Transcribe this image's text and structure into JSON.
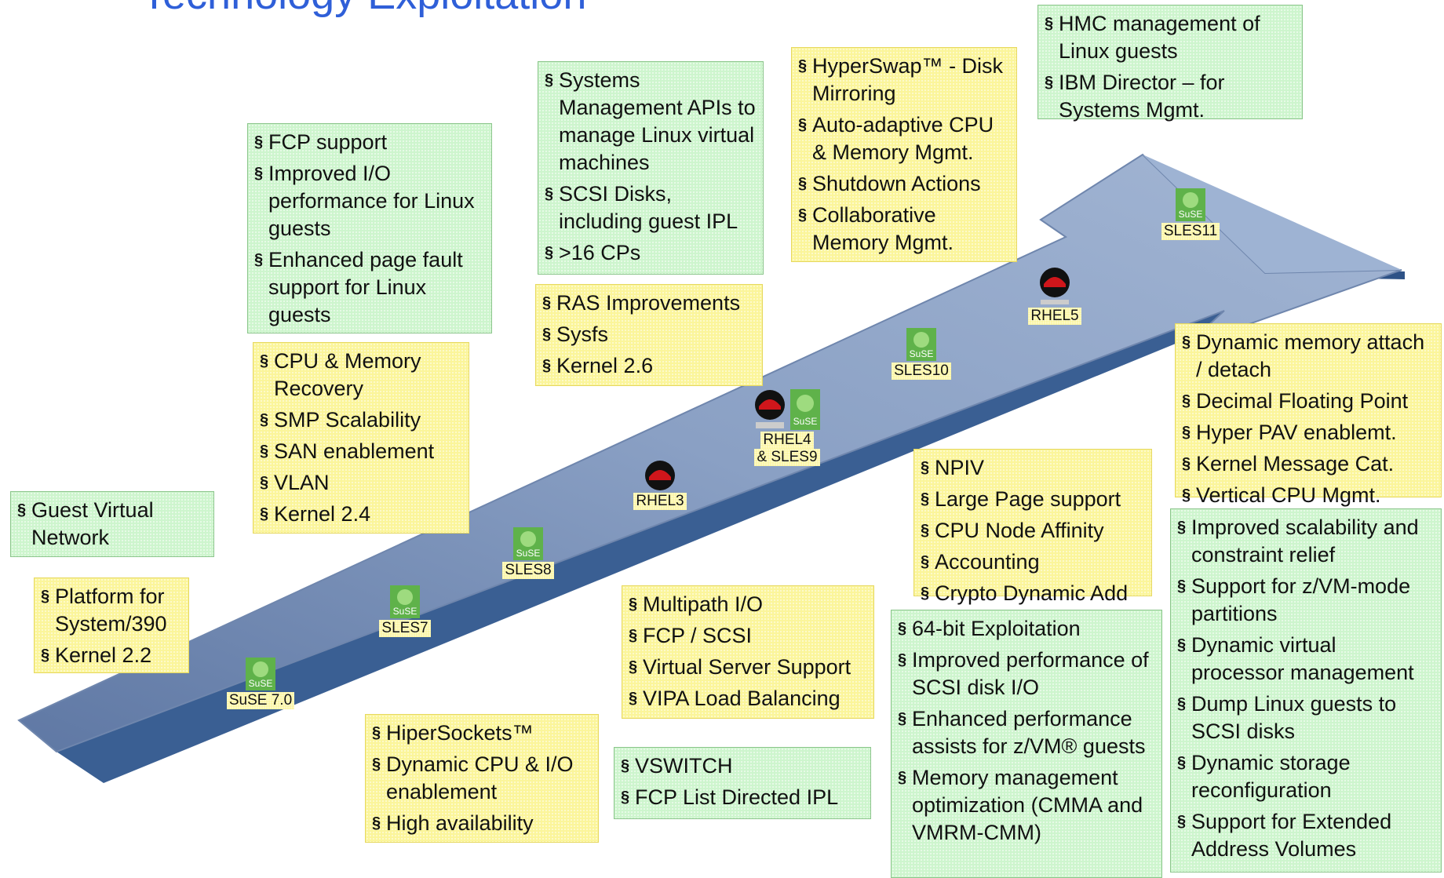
{
  "title": "Technology Exploitation",
  "colors": {
    "green_box": "#cdf5cd",
    "yellow_box": "#fbf59a",
    "arrow": "#6f86ad",
    "title": "#2f5fd8"
  },
  "boxes": {
    "guest_vnet": [
      "Guest  Virtual Network"
    ],
    "s390": [
      "Platform for System/390",
      "Kernel 2.2"
    ],
    "fcp": [
      "FCP support",
      "Improved I/O performance for Linux guests",
      "Enhanced page fault support for Linux guests"
    ],
    "cpu_mem": [
      "CPU & Memory Recovery",
      "SMP Scalability",
      "SAN enablement",
      "VLAN",
      "Kernel 2.4"
    ],
    "sysmgmt": [
      "Systems Management APIs to manage Linux virtual machines",
      "SCSI Disks, including guest IPL",
      ">16 CPs"
    ],
    "ras": [
      "RAS Improvements",
      "Sysfs",
      "Kernel 2.6"
    ],
    "hyperswap": [
      "HyperSwap™ - Disk Mirroring",
      "Auto-adaptive CPU & Memory Mgmt.",
      "Shutdown Actions",
      "Collaborative Memory Mgmt."
    ],
    "hmc": [
      "HMC management of Linux guests",
      "IBM Director – for Systems Mgmt."
    ],
    "hipersockets": [
      "HiperSockets™",
      "Dynamic CPU & I/O enablement",
      "High availability"
    ],
    "multipath": [
      "Multipath I/O",
      "FCP / SCSI",
      "Virtual Server Support",
      "VIPA Load Balancing"
    ],
    "vswitch": [
      "VSWITCH",
      "FCP List  Directed IPL"
    ],
    "npiv": [
      "NPIV",
      "Large Page support",
      "CPU Node Affinity",
      "Accounting",
      "Crypto Dynamic Add"
    ],
    "bit64": [
      "64-bit Exploitation",
      "Improved performance of SCSI disk I/O",
      "Enhanced performance assists for z/VM® guests",
      "Memory management optimization (CMMA and VMRM-CMM)"
    ],
    "dynmem": [
      "Dynamic memory attach / detach",
      "Decimal Floating Point",
      "Hyper PAV enablemt.",
      "Kernel Message Cat.",
      "Vertical CPU Mgmt."
    ],
    "scal": [
      "Improved scalability and constraint relief",
      "Support for z/VM-mode partitions",
      "Dynamic virtual processor management",
      "Dump Linux guests to SCSI disks",
      "Dynamic storage reconfiguration",
      "Support for Extended Address Volumes"
    ]
  },
  "releases": {
    "suse70": {
      "label": "SuSE 7.0",
      "icon": "suse-logo-icon"
    },
    "sles7": {
      "label": "SLES7",
      "icon": "suse-logo-icon"
    },
    "sles8": {
      "label": "SLES8",
      "icon": "suse-logo-icon"
    },
    "rhel3": {
      "label": "RHEL3",
      "icon": "redhat-logo-icon"
    },
    "rhel4_sles9": {
      "label_line1": "RHEL4",
      "label_line2": "& SLES9",
      "icon": "redhat-and-suse-logo-icons"
    },
    "sles10": {
      "label": "SLES10",
      "icon": "suse-logo-icon"
    },
    "rhel5": {
      "label": "RHEL5",
      "icon": "redhat-logo-icon"
    },
    "sles11": {
      "label": "SLES11",
      "icon": "suse-logo-icon"
    }
  }
}
